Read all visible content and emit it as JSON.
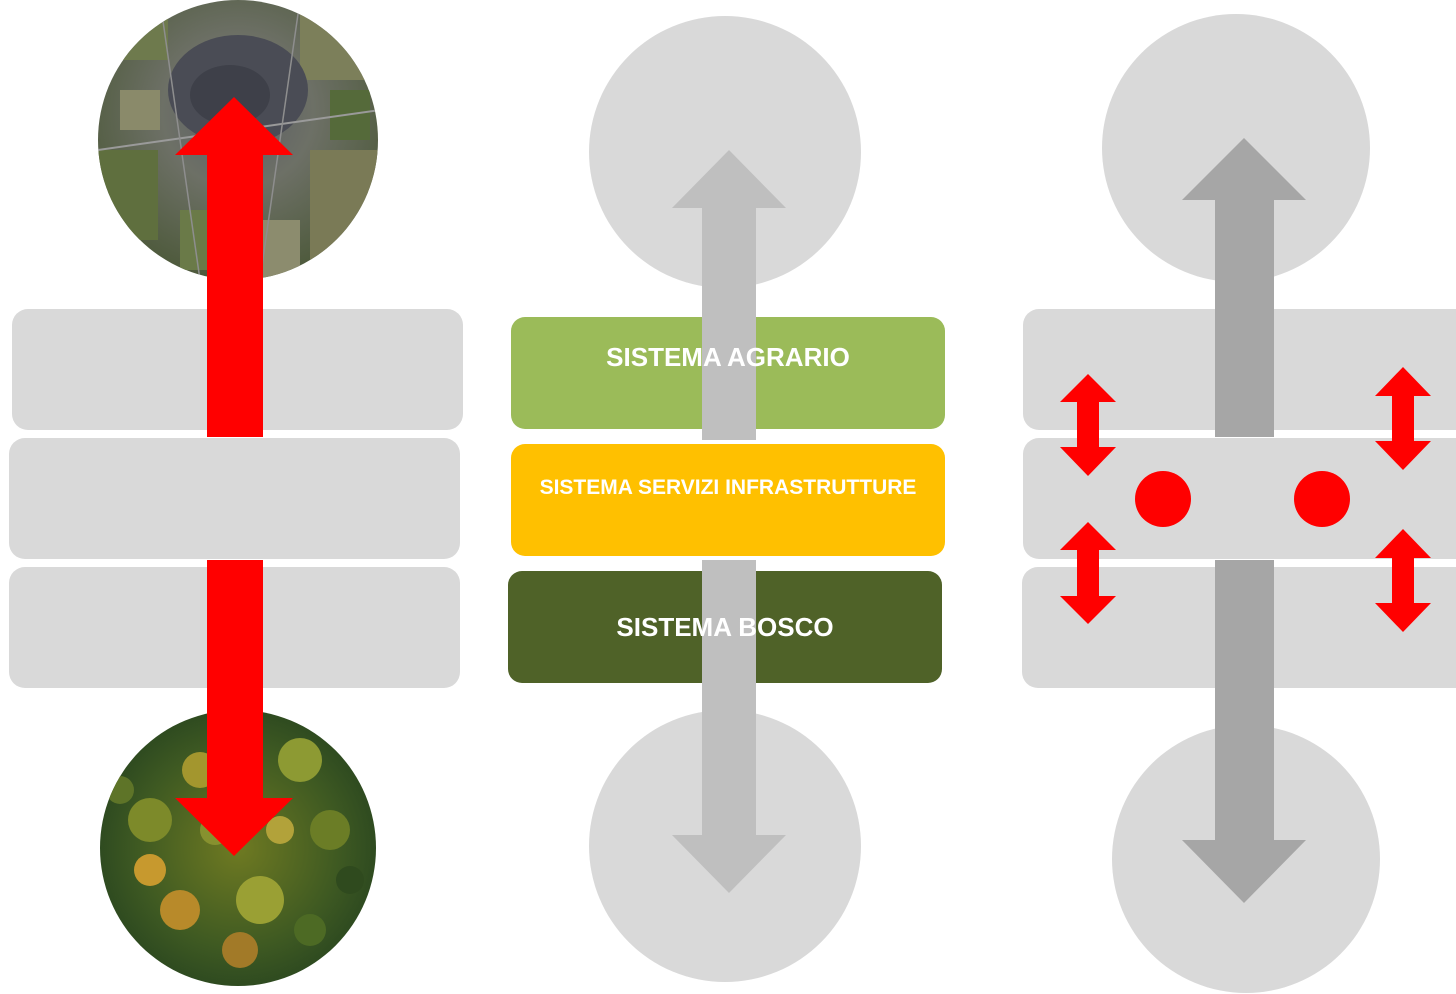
{
  "systems": [
    {
      "label": "SISTEMA AGRARIO",
      "color": "#9bbb59"
    },
    {
      "label": "SISTEMA SERVIZI INFRASTRUTTURE",
      "color": "#ffc000"
    },
    {
      "label": "SISTEMA BOSCO",
      "color": "#4f6228"
    }
  ],
  "panels": [
    {
      "top_image": "city-aerial-photo",
      "bottom_image": "forest-aerial-photo",
      "arrow": "red-double-arrow"
    },
    {
      "top_image": "none",
      "bottom_image": "none",
      "arrow": "grey-double-arrow"
    },
    {
      "top_image": "none",
      "bottom_image": "none",
      "arrow": "grey-double-arrow",
      "interaction_markers": "red-arrows-and-dots"
    }
  ],
  "colors": {
    "accent_red": "#ff0000",
    "band_grey": "#d9d9d9",
    "circle_grey": "#d9d9d9",
    "arrow_light_grey": "#bfbfbf",
    "arrow_dark_grey": "#a6a6a6"
  }
}
